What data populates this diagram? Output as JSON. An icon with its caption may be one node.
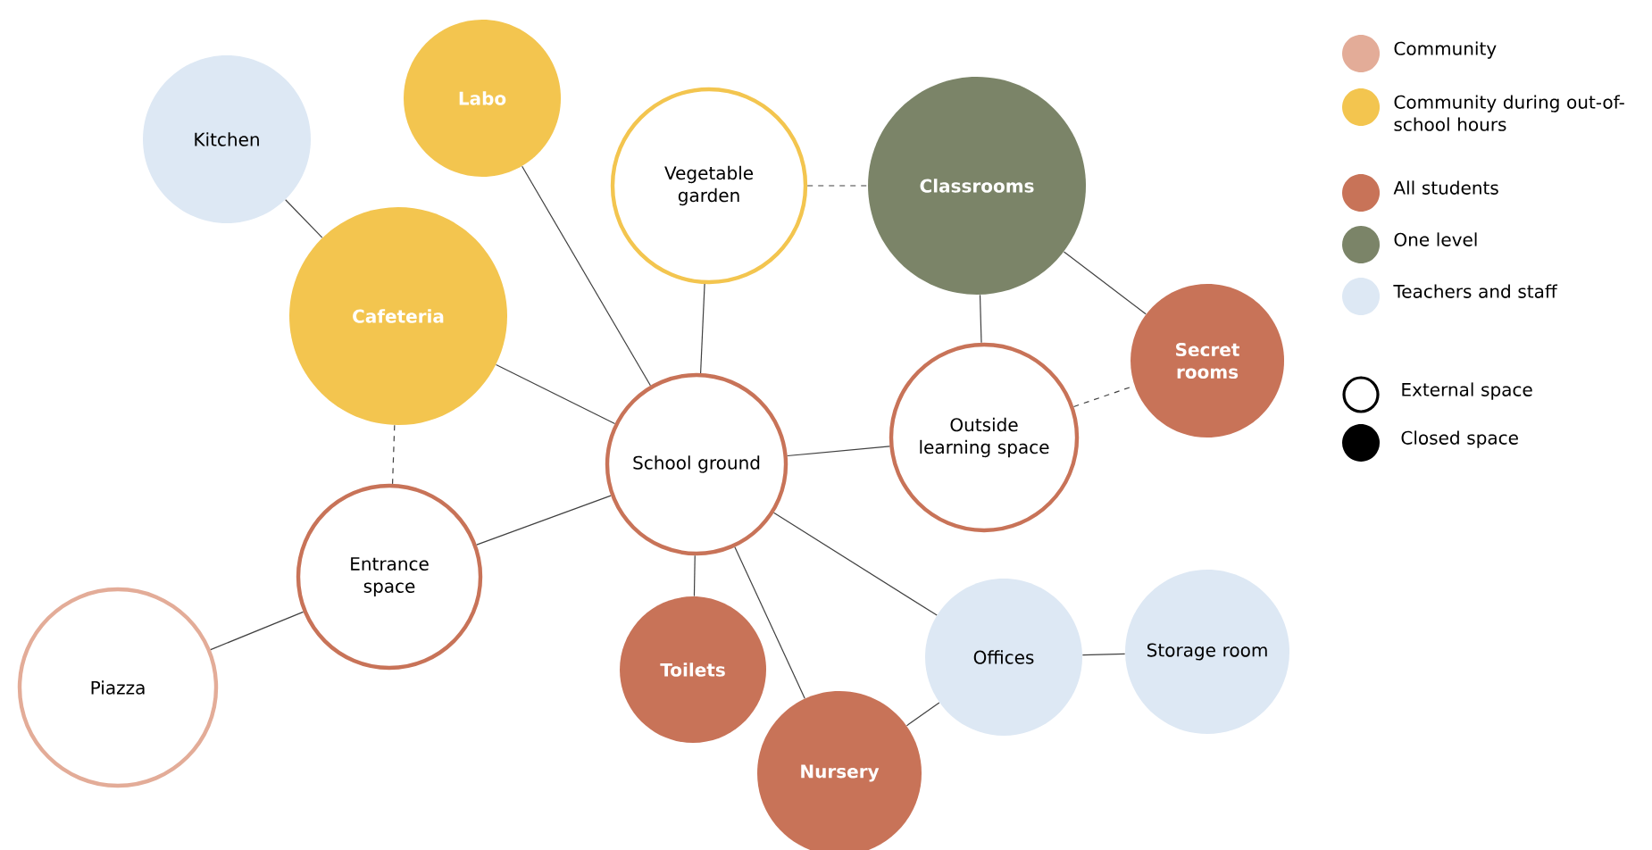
{
  "diagram": {
    "nodes": [
      {
        "text": [
          "Kitchen"
        ]
      },
      {
        "text": [
          "Labo"
        ]
      },
      {
        "text": [
          "Vegetable garden"
        ]
      },
      {
        "text": [
          "Classrooms"
        ]
      },
      {
        "text": [
          "Cafeteria"
        ]
      },
      {
        "text": [
          "Secret rooms"
        ]
      },
      {
        "text": [
          "School ground"
        ]
      },
      {
        "text": [
          "Outside learning space"
        ]
      },
      {
        "text": [
          "Entrance space"
        ]
      },
      {
        "text": [
          "Piazza"
        ]
      },
      {
        "text": [
          "Toilets"
        ]
      },
      {
        "text": [
          "Offices"
        ]
      },
      {
        "text": [
          "Storage room"
        ]
      },
      {
        "text": [
          "Nursery"
        ]
      }
    ],
    "edges": [
      {
        "from": 0,
        "to": 4,
        "arrow": "none"
      },
      {
        "from": 1,
        "to": 6,
        "arrow": "none"
      },
      {
        "from": 2,
        "to": 6,
        "arrow": "none"
      },
      {
        "from": 2,
        "to": 3,
        "arrow": "none",
        "style": "dashed"
      },
      {
        "from": 4,
        "to": 6,
        "arrow": "none"
      },
      {
        "from": 4,
        "to": 8,
        "arrow": "none",
        "style": "dashed"
      },
      {
        "from": 3,
        "to": 7,
        "arrow": "none"
      },
      {
        "from": 3,
        "to": 5,
        "arrow": "none"
      },
      {
        "from": 7,
        "to": 5,
        "arrow": "none",
        "style": "dashed"
      },
      {
        "from": 6,
        "to": 7,
        "arrow": "none"
      },
      {
        "from": 6,
        "to": 8,
        "arrow": "none"
      },
      {
        "from": 6,
        "to": 10,
        "arrow": "none"
      },
      {
        "from": 6,
        "to": 13,
        "arrow": "none"
      },
      {
        "from": 6,
        "to": 11,
        "arrow": "none"
      },
      {
        "from": 8,
        "to": 9,
        "arrow": "none"
      },
      {
        "from": 11,
        "to": 12,
        "arrow": "none"
      },
      {
        "from": 11,
        "to": 13,
        "arrow": "none"
      }
    ],
    "legend": [
      {
        "text": "Community",
        "color": "#e3ac98"
      },
      {
        "text": "Community during out-of-school hours",
        "color": "#f3c54f"
      },
      {
        "text": "All students",
        "color": "#c87358"
      },
      {
        "text": "One level",
        "color": "#7b8468"
      },
      {
        "text": "Teachers and staff",
        "color": "#dde8f4"
      },
      {
        "text": "External space"
      },
      {
        "text": "Closed space"
      }
    ]
  }
}
